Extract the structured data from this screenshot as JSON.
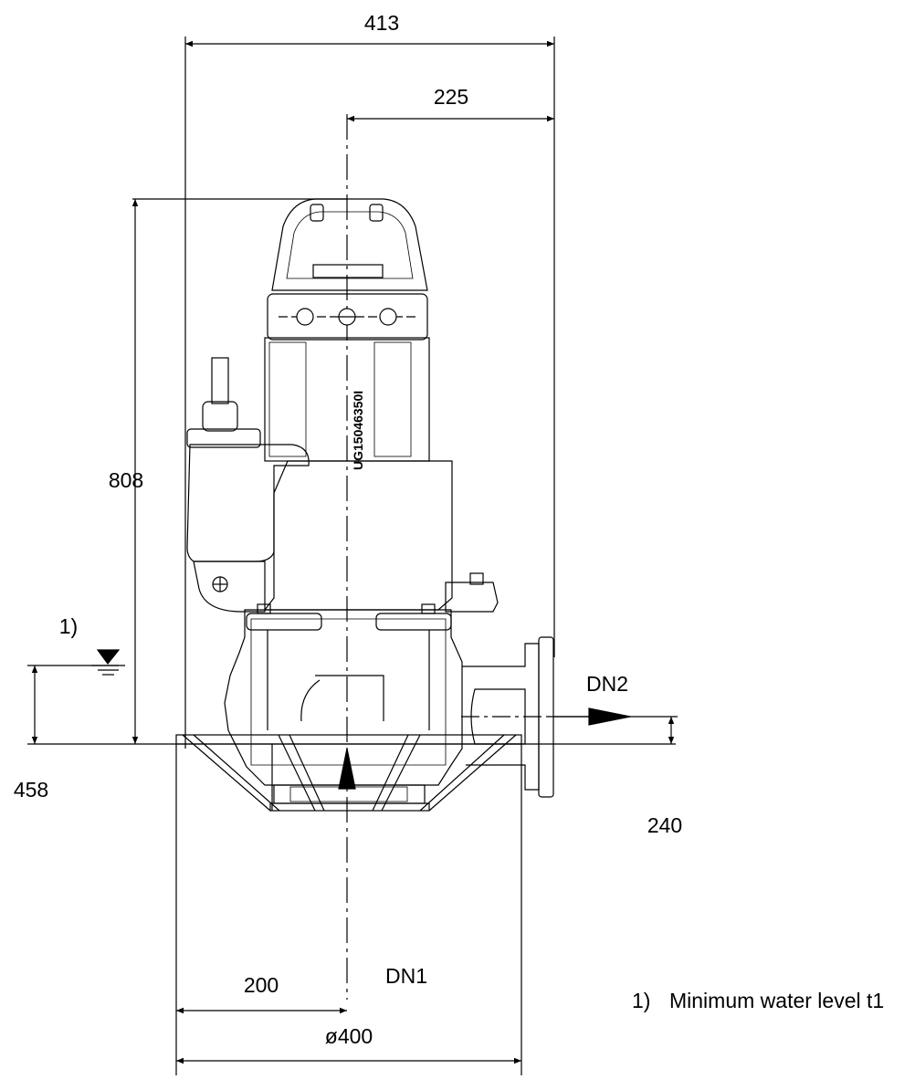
{
  "dimensions": {
    "overall_width": "413",
    "center_to_flange": "225",
    "overall_height": "808",
    "min_water_level_height": "458",
    "outlet_height": "240",
    "center_to_base_edge": "200",
    "base_diameter": "ø400"
  },
  "labels": {
    "outlet": "DN2",
    "inlet": "DN1",
    "footnote_marker": "1)",
    "serial": "UG15046350I"
  },
  "notes": [
    {
      "marker": "1)",
      "text": "Minimum water level t1"
    }
  ]
}
